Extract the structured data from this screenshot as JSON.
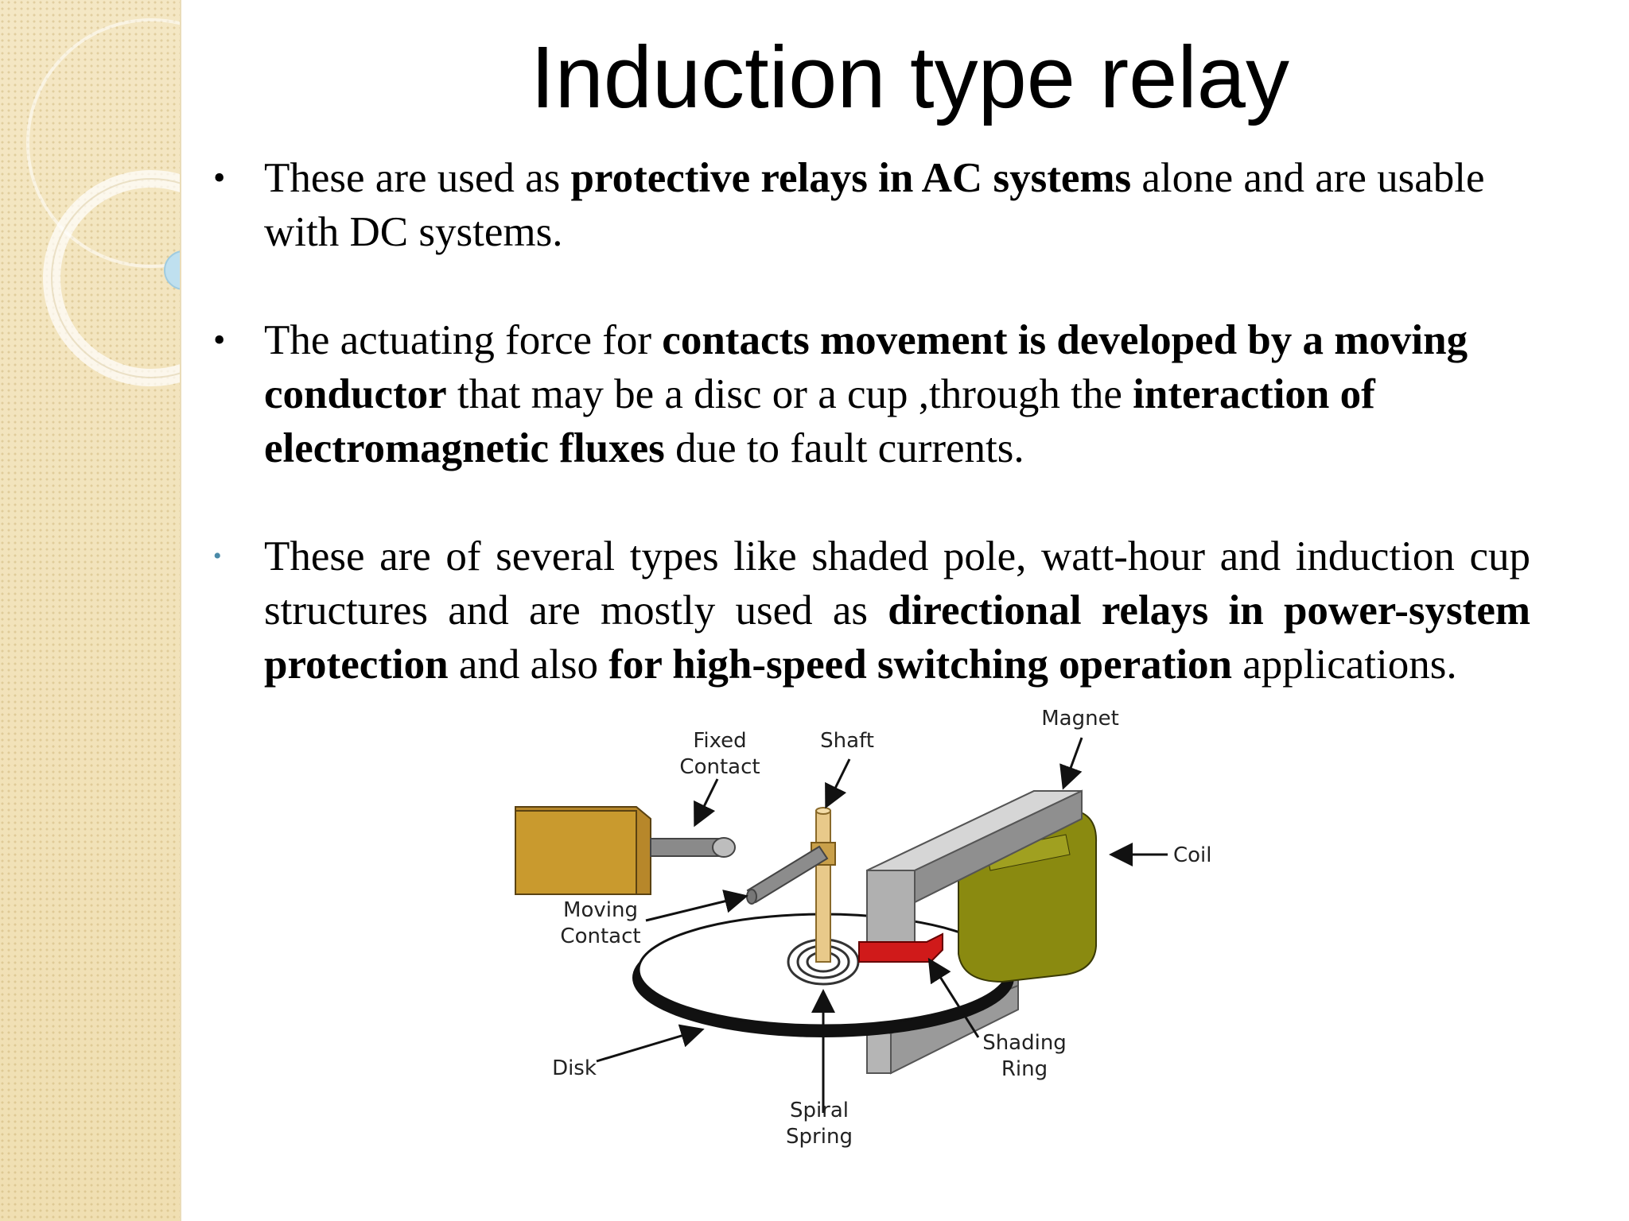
{
  "slide": {
    "title": "Induction type relay",
    "bullets": [
      {
        "marker": "•",
        "segments": [
          {
            "text": "These are used as ",
            "bold": false
          },
          {
            "text": "protective relays in AC systems",
            "bold": true
          },
          {
            "text": " alone and are usable with DC systems.",
            "bold": false
          }
        ]
      },
      {
        "marker": "•",
        "segments": [
          {
            "text": "The actuating force for ",
            "bold": false
          },
          {
            "text": "contacts movement is developed by a moving conductor",
            "bold": true
          },
          {
            "text": " that may be a disc or a cup ,through the ",
            "bold": false
          },
          {
            "text": "interaction of electromagnetic fluxes",
            "bold": true
          },
          {
            "text": " due to fault currents.",
            "bold": false
          }
        ]
      },
      {
        "marker": "•",
        "segments": [
          {
            "text": "These are of several types like shaded pole, watt-hour and induction cup structures and are mostly used as ",
            "bold": false
          },
          {
            "text": "directional relays in power-system protection",
            "bold": true
          },
          {
            "text": " and also ",
            "bold": false
          },
          {
            "text": "for high-speed switching operation",
            "bold": true
          },
          {
            "text": " applications.",
            "bold": false
          }
        ]
      }
    ]
  },
  "diagram": {
    "labels": {
      "fixed_contact_1": "Fixed",
      "fixed_contact_2": "Contact",
      "shaft": "Shaft",
      "magnet": "Magnet",
      "coil": "Coil",
      "moving_contact_1": "Moving",
      "moving_contact_2": "Contact",
      "disk": "Disk",
      "shading_ring_1": "Shading",
      "shading_ring_2": "Ring",
      "spiral_spring_1": "Spiral",
      "spiral_spring_2": "Spring"
    },
    "colors": {
      "fixed_block": "#c99a2e",
      "shaft": "#e8c98a",
      "magnet": "#a9a9a9",
      "coil": "#8a8a10",
      "shading_ring": "#d01a1a",
      "disk_edge": "#111111"
    }
  }
}
